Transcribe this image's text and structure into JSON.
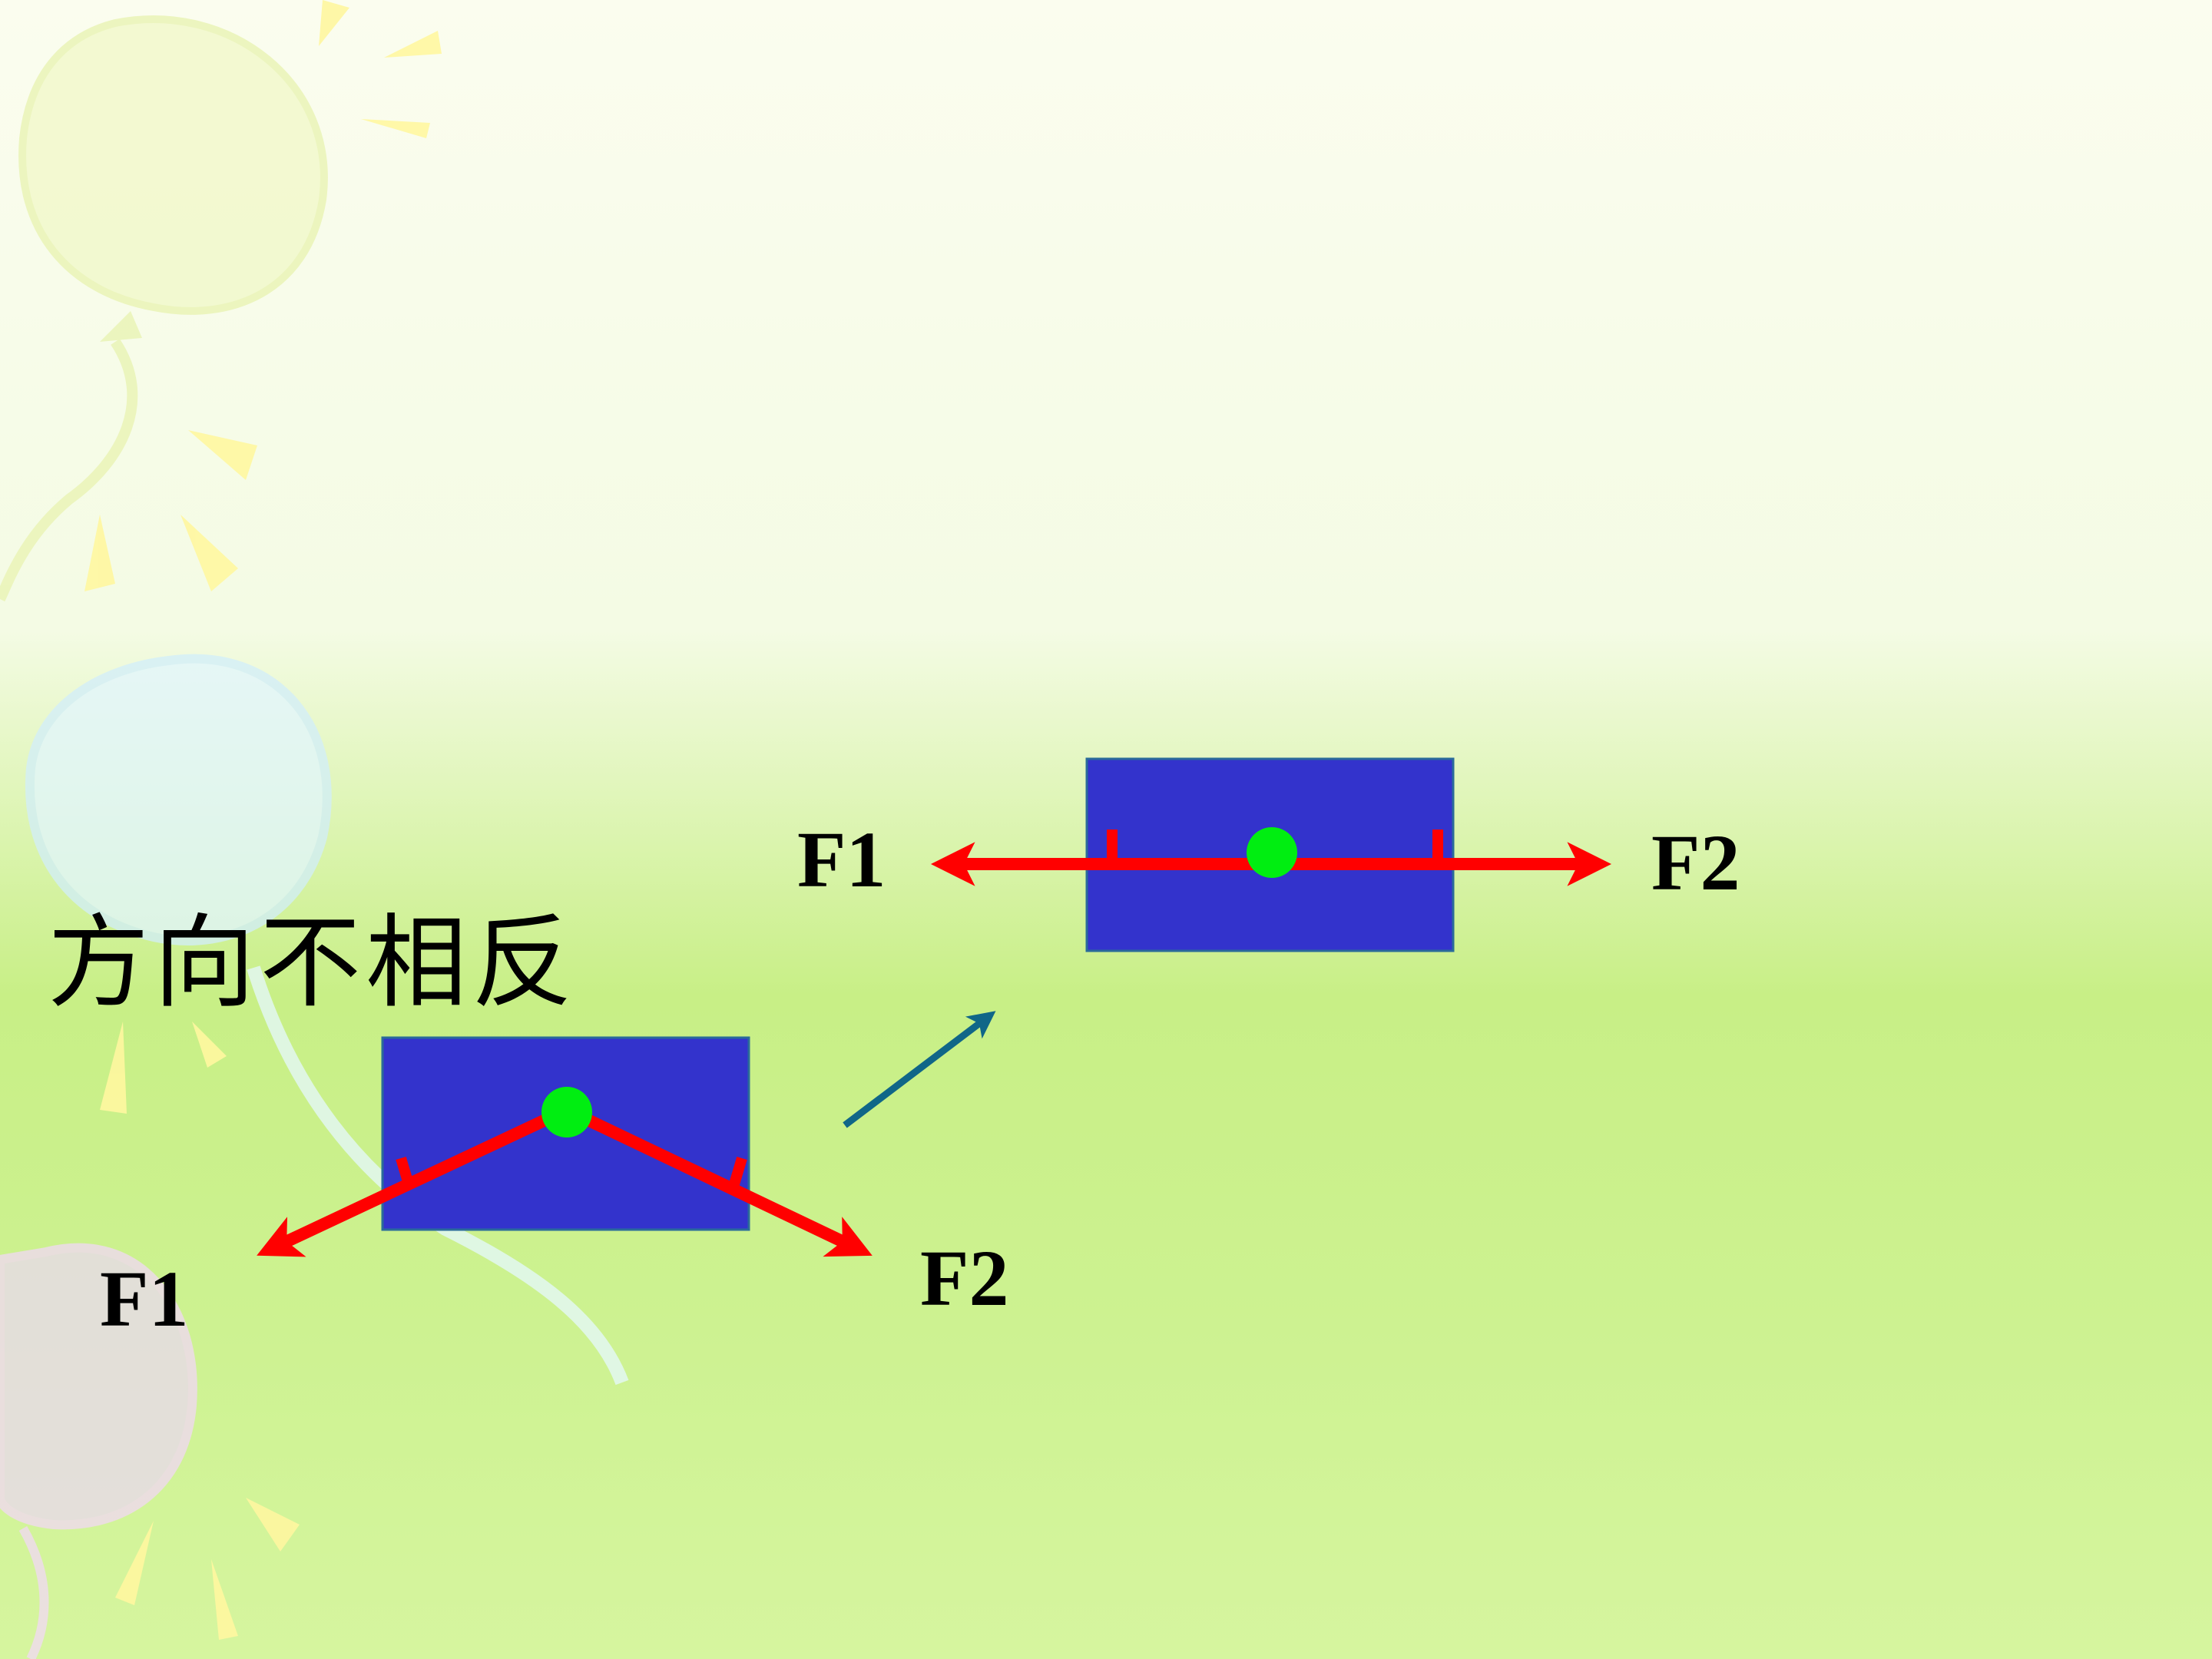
{
  "slide": {
    "caption": "方向不相反",
    "colors": {
      "background_top": "#fafdee",
      "background_bottom": "#d3f39a",
      "block": "#3333cc",
      "force_arrow": "#ff0000",
      "center_point": "#00ee11",
      "transition_arrow": "#106688",
      "decoration_yellow": "#fff7a0",
      "decoration_blue": "#e0f6ff",
      "decoration_pink": "#f2d8f6"
    }
  },
  "diagram_opposite": {
    "left_label": "F1",
    "right_label": "F2"
  },
  "diagram_not_opposite": {
    "left_label": "F1",
    "right_label": "F2"
  },
  "icons": [
    "balloon-decoration-icon",
    "sun-ray-icon",
    "arrow-icon"
  ]
}
